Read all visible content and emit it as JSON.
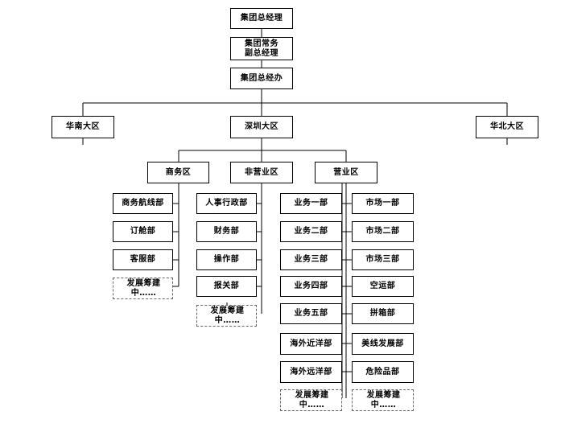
{
  "top": {
    "ceo": "集团总经理",
    "vp_line1": "集团常务",
    "vp_line2": "副总经理",
    "office": "集团总经办"
  },
  "regions": {
    "south": "华南大区",
    "shenzhen": "深圳大区",
    "north": "华北大区"
  },
  "divisions": {
    "business": "商务区",
    "non_sales": "非营业区",
    "sales": "营业区"
  },
  "business_depts": [
    "商务航线部",
    "订舱部",
    "客服部"
  ],
  "non_sales_depts": [
    "人事行政部",
    "财务部",
    "操作部",
    "报关部"
  ],
  "sales_depts": [
    "业务一部",
    "业务二部",
    "业务三部",
    "业务四部",
    "业务五部",
    "海外近洋部",
    "海外远洋部"
  ],
  "market_depts": [
    "市场一部",
    "市场二部",
    "市场三部",
    "空运部",
    "拼箱部",
    "美线发展部",
    "危险品部"
  ],
  "developing": "发展筹建中……"
}
